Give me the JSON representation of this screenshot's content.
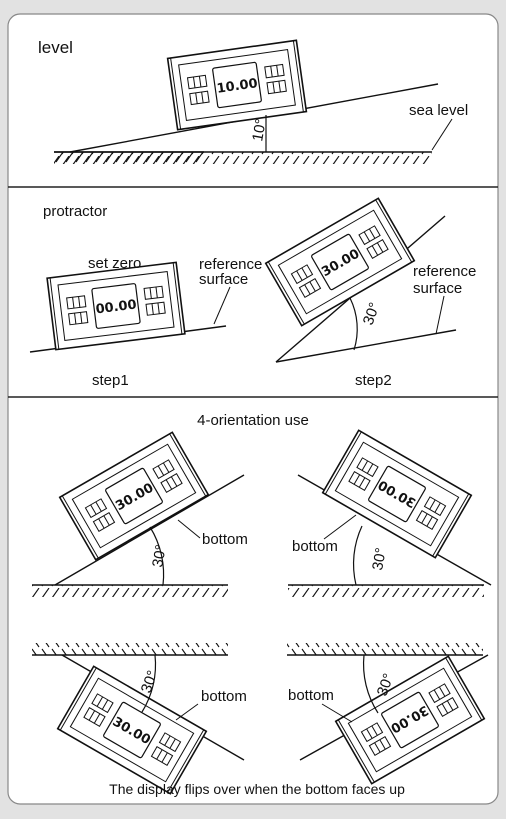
{
  "sections": {
    "level": {
      "title": "level",
      "display": "10.00",
      "label_sea_level": "sea level",
      "angle": "10°"
    },
    "protractor": {
      "title": "protractor",
      "step1": {
        "label": "step1",
        "caption": "set zero",
        "reference": [
          "reference",
          "surface"
        ],
        "display": "00.00"
      },
      "step2": {
        "label": "step2",
        "reference": [
          "reference",
          "surface"
        ],
        "display": "30.00",
        "angle": "30°"
      }
    },
    "orientation": {
      "title": "4-orientation use",
      "cases": [
        {
          "label": "bottom",
          "display": "30.00",
          "angle": "30°"
        },
        {
          "label": "bottom",
          "display": "30.00",
          "angle": "30°"
        },
        {
          "label": "bottom",
          "display": "30.00",
          "angle": "30°"
        },
        {
          "label": "bottom",
          "display": "30.00",
          "angle": "30°"
        }
      ],
      "footer": "The display flips over when the bottom faces up"
    }
  }
}
